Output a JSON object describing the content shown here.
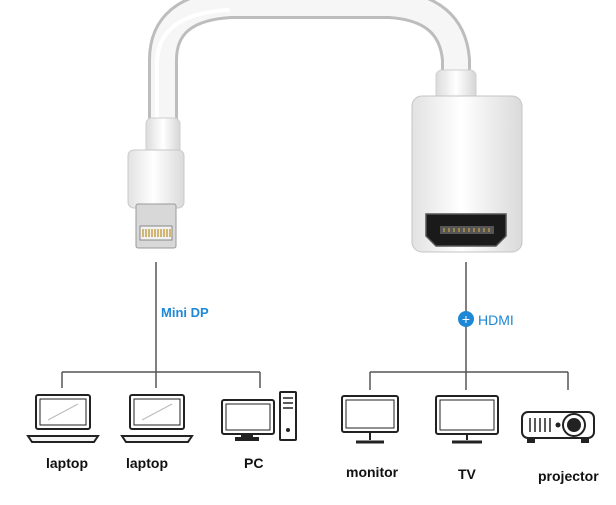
{
  "colors": {
    "accent": "#1e88d6",
    "line": "#555555",
    "cable": "#f3f3f3",
    "icon_stroke": "#222222"
  },
  "ports": {
    "left": {
      "label": "Mini DP"
    },
    "right": {
      "label": "HDMI",
      "badge": "+"
    }
  },
  "devices": {
    "left": [
      {
        "icon": "laptop-icon",
        "label": "laptop"
      },
      {
        "icon": "laptop-icon",
        "label": "laptop"
      },
      {
        "icon": "desktop-pc-icon",
        "label": "PC"
      }
    ],
    "right": [
      {
        "icon": "monitor-icon",
        "label": "monitor"
      },
      {
        "icon": "tv-icon",
        "label": "TV"
      },
      {
        "icon": "projector-icon",
        "label": "projector"
      }
    ]
  }
}
